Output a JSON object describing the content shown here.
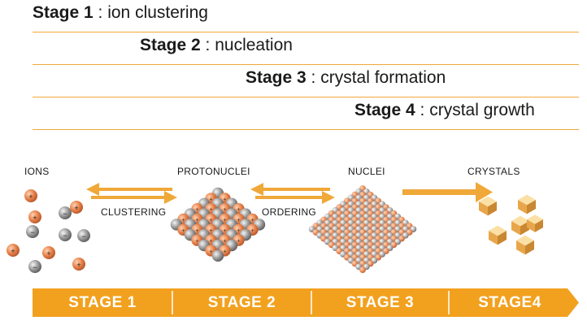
{
  "stages": [
    {
      "bold": "Stage 1",
      "rest": " : ion clustering"
    },
    {
      "bold": "Stage 2",
      "rest": " : nucleation"
    },
    {
      "bold": "Stage 3",
      "rest": " : crystal formation"
    },
    {
      "bold": "Stage 4",
      "rest": " : crystal growth"
    }
  ],
  "columns": {
    "ions": "IONS",
    "protonuclei": "PROTONUCLEI",
    "nuclei": "NUCLEI",
    "crystals": "CRYSTALS"
  },
  "arrows": {
    "clustering": "CLUSTERING",
    "ordering": "ORDERING"
  },
  "banner": [
    "STAGE 1",
    "STAGE 2",
    "STAGE 3",
    "STAGE4"
  ],
  "colors": {
    "accent": "#f0a839",
    "banner": "#f2a11f",
    "ion_orange": "#e8824a",
    "ion_gray": "#8c8c8c",
    "crystal": "#f3c77a"
  }
}
